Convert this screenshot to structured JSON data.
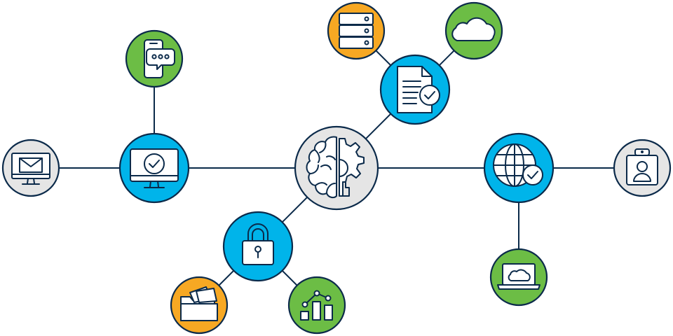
{
  "colors": {
    "stroke": "#0b2a4a",
    "blue": "#00b4ea",
    "green": "#6cbd45",
    "orange": "#f7a823",
    "gray": "#e5e5e5"
  },
  "nodes": [
    {
      "id": "brain",
      "icon": "brain-gear-icon",
      "color": "gray"
    },
    {
      "id": "monitor",
      "icon": "monitor-check-icon",
      "color": "blue"
    },
    {
      "id": "document",
      "icon": "document-check-icon",
      "color": "blue"
    },
    {
      "id": "globe",
      "icon": "globe-check-icon",
      "color": "blue"
    },
    {
      "id": "lock",
      "icon": "padlock-icon",
      "color": "blue"
    },
    {
      "id": "chat",
      "icon": "mobile-chat-icon",
      "color": "green"
    },
    {
      "id": "email",
      "icon": "email-monitor-icon",
      "color": "gray"
    },
    {
      "id": "server",
      "icon": "server-icon",
      "color": "orange"
    },
    {
      "id": "cloud",
      "icon": "cloud-icon",
      "color": "green"
    },
    {
      "id": "badge",
      "icon": "id-badge-icon",
      "color": "gray"
    },
    {
      "id": "laptop",
      "icon": "laptop-cloud-icon",
      "color": "green"
    },
    {
      "id": "folder",
      "icon": "folder-icon",
      "color": "orange"
    },
    {
      "id": "analytics",
      "icon": "bar-chart-icon",
      "color": "green"
    }
  ],
  "edges": [
    [
      "brain",
      "monitor"
    ],
    [
      "brain",
      "globe"
    ],
    [
      "brain",
      "document"
    ],
    [
      "brain",
      "lock"
    ],
    [
      "monitor",
      "email"
    ],
    [
      "monitor",
      "chat"
    ],
    [
      "document",
      "server"
    ],
    [
      "document",
      "cloud"
    ],
    [
      "globe",
      "badge"
    ],
    [
      "globe",
      "laptop"
    ],
    [
      "lock",
      "folder"
    ],
    [
      "lock",
      "analytics"
    ]
  ]
}
